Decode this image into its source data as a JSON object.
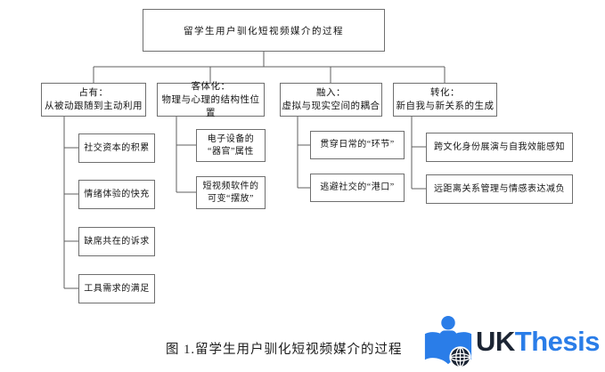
{
  "diagram": {
    "root_label": "留学生用户驯化短视频媒介的过程",
    "branches": [
      {
        "title": "占有：",
        "subtitle": "从被动跟随到主动利用",
        "leaves": [
          {
            "lines": [
              "社交资本的积累"
            ]
          },
          {
            "lines": [
              "情绪体验的快充"
            ]
          },
          {
            "lines": [
              "缺席共在的诉求"
            ]
          },
          {
            "lines": [
              "工具需求的满足"
            ]
          }
        ]
      },
      {
        "title": "客体化：",
        "subtitle": "物理与心理的结构性位置",
        "leaves": [
          {
            "lines": [
              "电子设备的",
              "“器官”属性"
            ]
          },
          {
            "lines": [
              "短视频软件的",
              "可变“摆放”"
            ]
          }
        ]
      },
      {
        "title": "融入：",
        "subtitle": "虚拟与现实空间的耦合",
        "leaves": [
          {
            "lines": [
              "贯穿日常的“环节”"
            ]
          },
          {
            "lines": [
              "逃避社交的“港口”"
            ]
          }
        ]
      },
      {
        "title": "转化：",
        "subtitle": "新自我与新关系的生成",
        "leaves": [
          {
            "lines": [
              "跨文化身份展演与自我效能感知"
            ]
          },
          {
            "lines": [
              "远距离关系管理与情感表达减负"
            ]
          }
        ]
      }
    ]
  },
  "caption": "图 1.留学生用户驯化短视频媒介的过程",
  "logo": {
    "brand_primary": "UK",
    "brand_secondary": "Thesis",
    "icon": "reader-book-globe-icon",
    "colors": {
      "blue": "#2a7de8",
      "dark": "#1c2534"
    }
  }
}
